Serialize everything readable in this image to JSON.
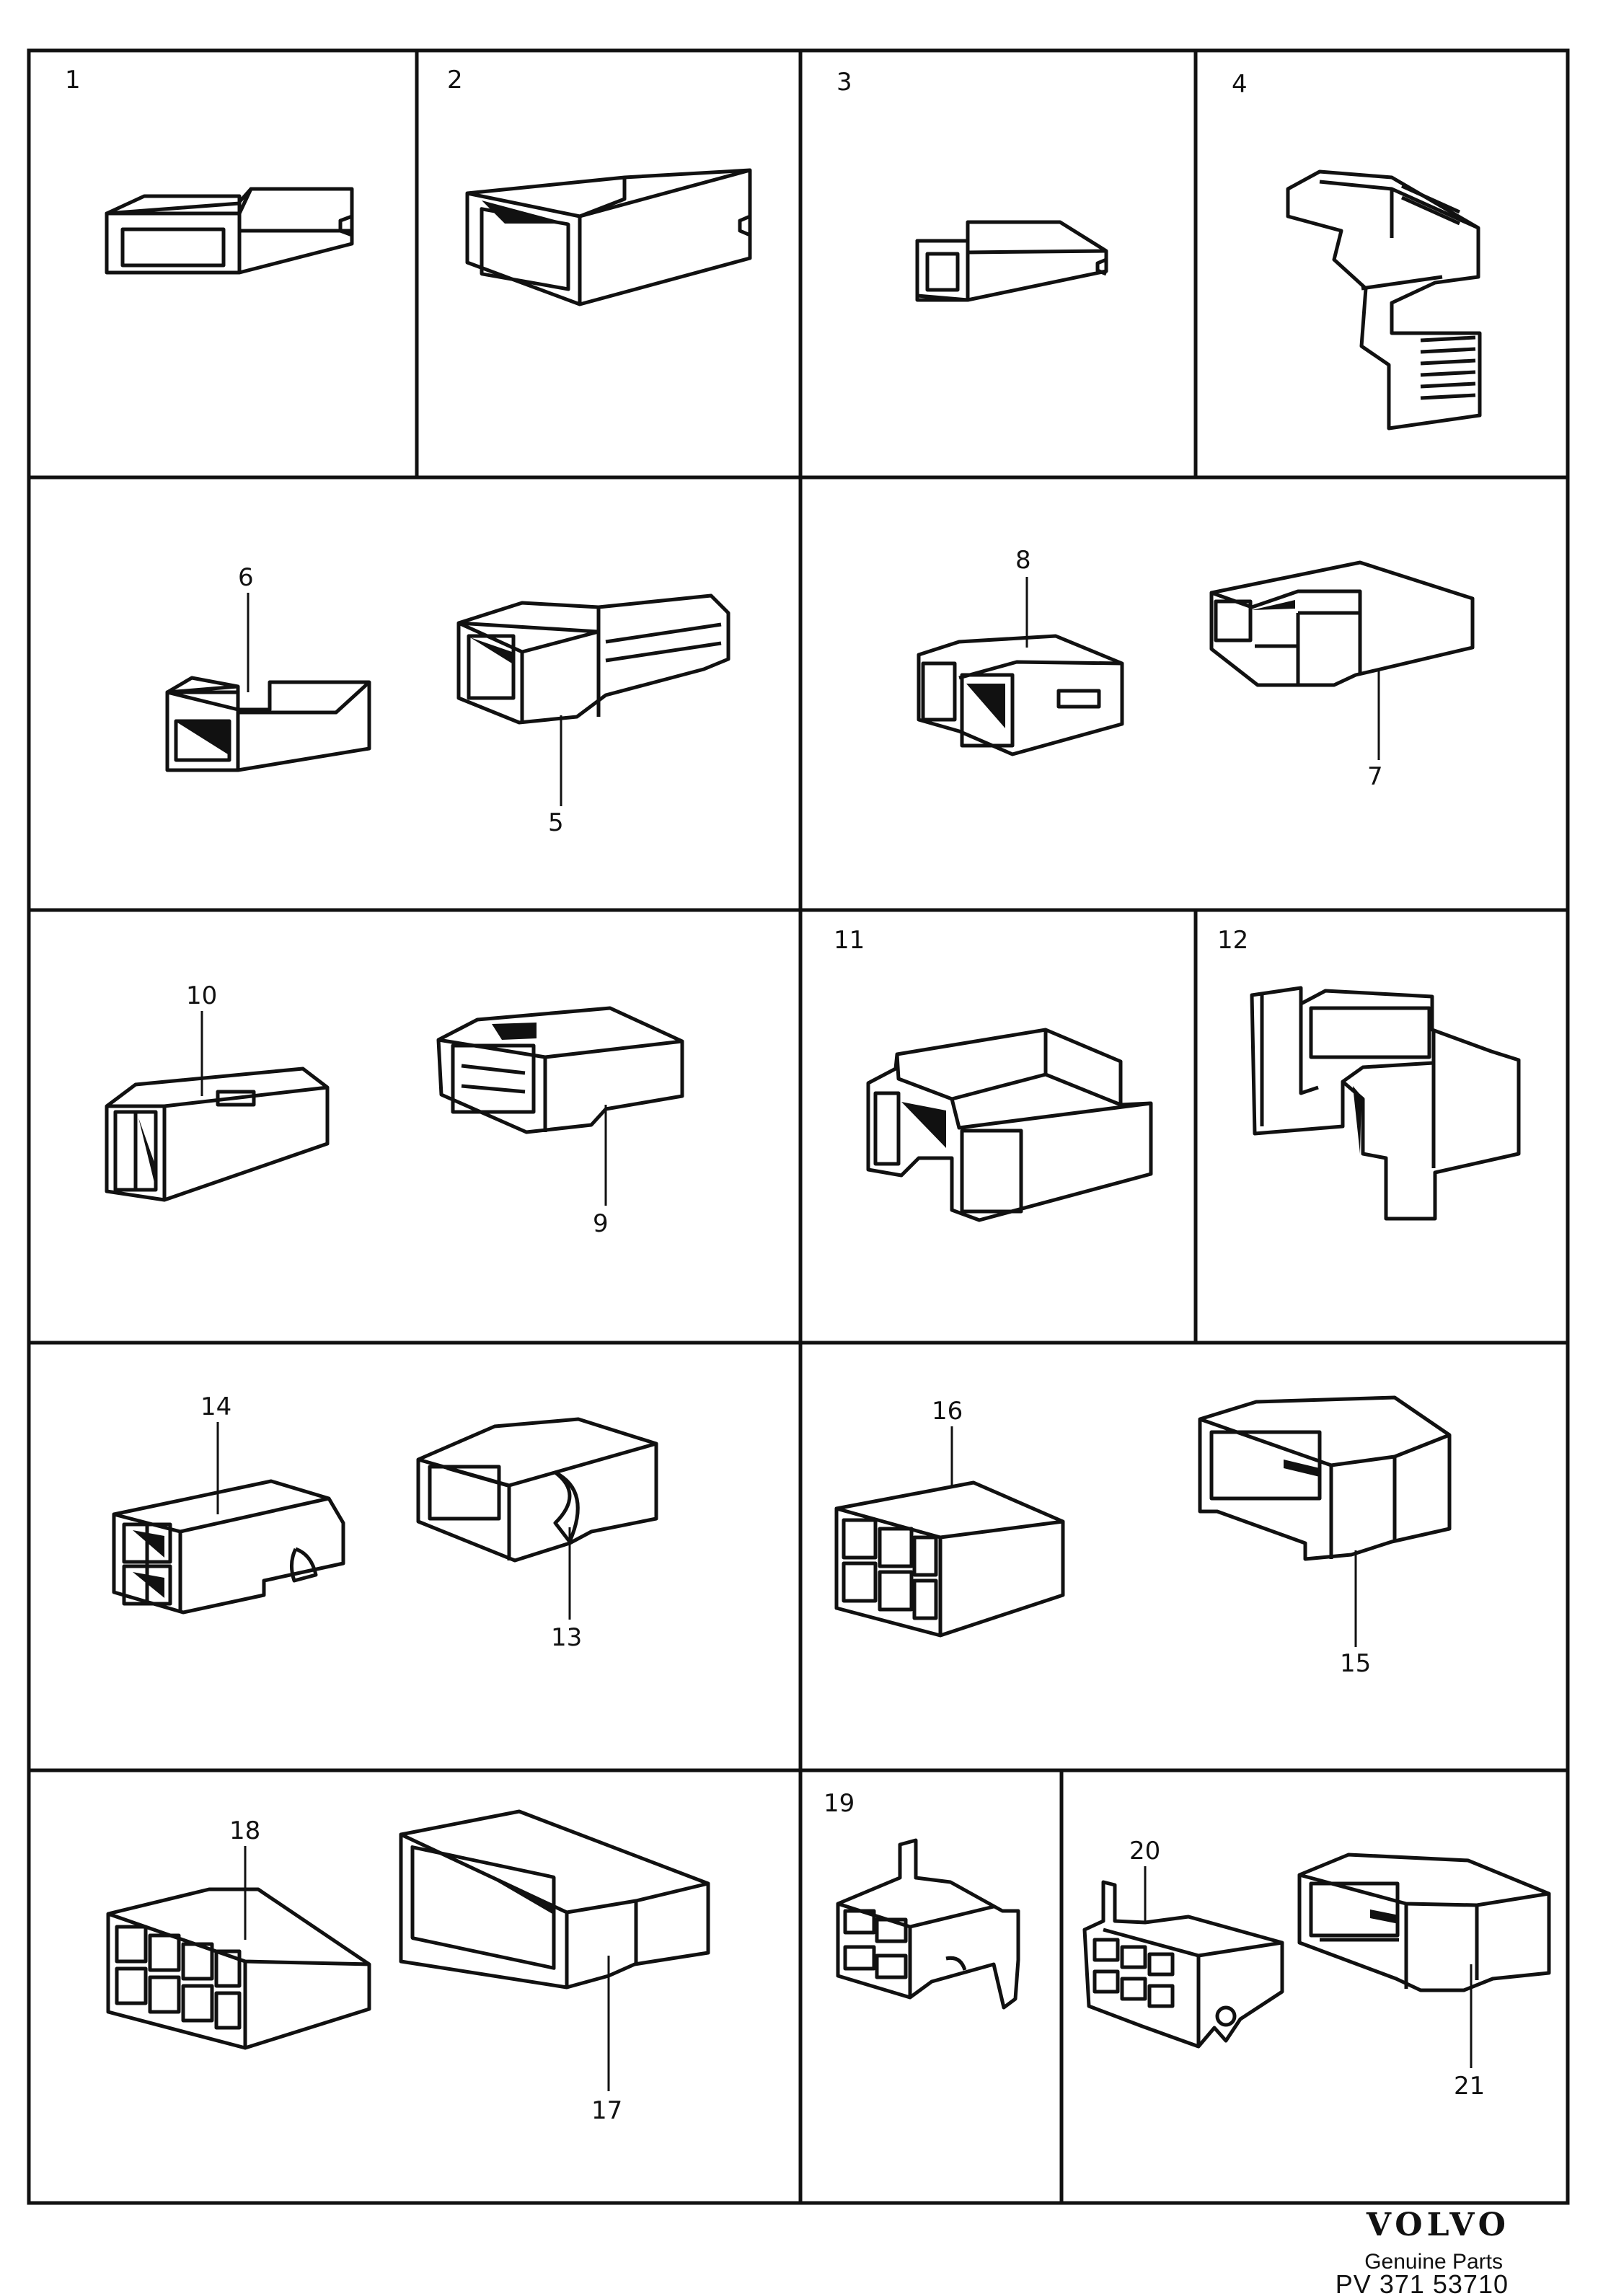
{
  "labels": [
    "1",
    "2",
    "3",
    "4",
    "5",
    "6",
    "7",
    "8",
    "9",
    "10",
    "11",
    "12",
    "13",
    "14",
    "15",
    "16",
    "17",
    "18",
    "19",
    "20",
    "21"
  ],
  "brand": {
    "name": "VOLVO",
    "tagline": "Genuine Parts",
    "code": "PV 371 53710"
  }
}
